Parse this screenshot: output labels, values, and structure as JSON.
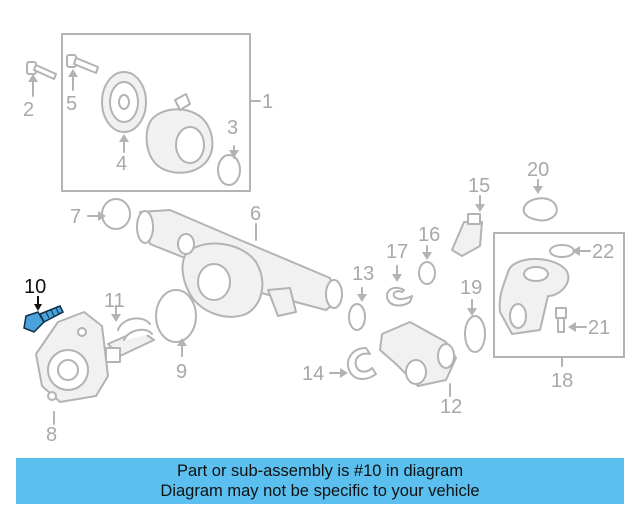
{
  "callouts": {
    "c1": "1",
    "c2": "2",
    "c3": "3",
    "c4": "4",
    "c5": "5",
    "c6": "6",
    "c7": "7",
    "c8": "8",
    "c9": "9",
    "c10": "10",
    "c11": "11",
    "c12": "12",
    "c13": "13",
    "c14": "14",
    "c15": "15",
    "c16": "16",
    "c17": "17",
    "c18": "18",
    "c19": "19",
    "c20": "20",
    "c21": "21",
    "c22": "22"
  },
  "highlight": {
    "part_number": "10",
    "color": "#4aa3d8"
  },
  "banner": {
    "line1": "Part or sub-assembly is #10 in diagram",
    "line2": "Diagram may not be specific to your vehicle",
    "background": "#5bc0f0"
  }
}
